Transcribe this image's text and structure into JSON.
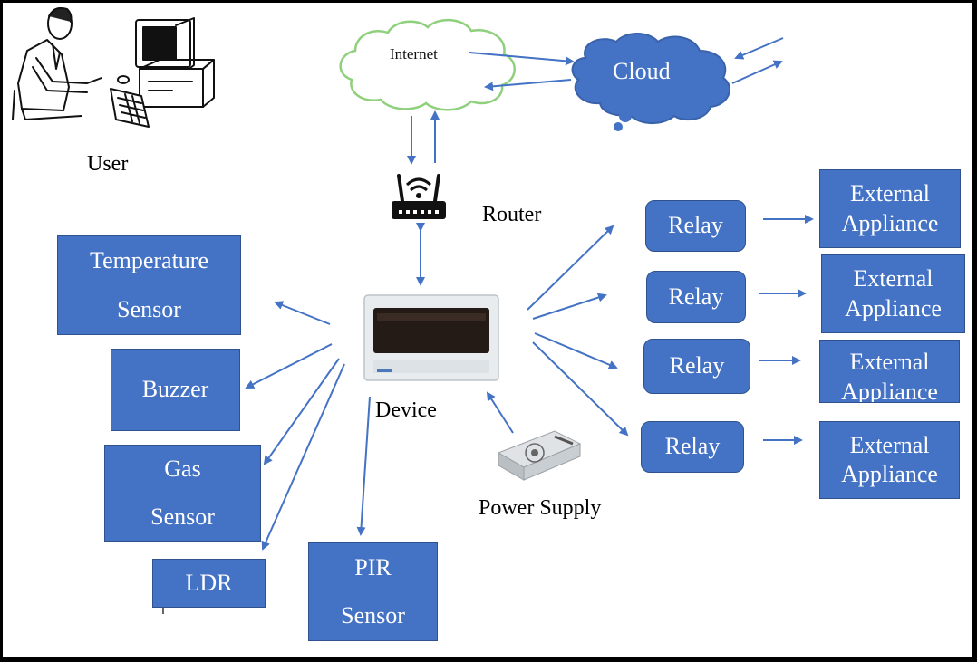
{
  "labels": {
    "user": "User",
    "internet": "Internet",
    "cloud": "Cloud",
    "router": "Router",
    "device": "Device",
    "power_supply": "Power Supply"
  },
  "sensors": {
    "temperature": [
      "Temperature",
      "Sensor"
    ],
    "buzzer": "Buzzer",
    "gas": [
      "Gas",
      "Sensor"
    ],
    "ldr": "LDR",
    "pir": [
      "PIR",
      "Sensor"
    ]
  },
  "relays": [
    "Relay",
    "Relay",
    "Relay",
    "Relay"
  ],
  "appliances": [
    [
      "External",
      "Appliance"
    ],
    [
      "External",
      "Appliance"
    ],
    [
      "External",
      "Appliance"
    ],
    [
      "External",
      "Appliance"
    ]
  ],
  "icons": [
    "user-computer-icon",
    "internet-cloud-icon",
    "cloud-icon",
    "router-icon",
    "device-enclosure-icon",
    "power-supply-icon"
  ],
  "colors": {
    "box": "#4472c4",
    "arrow": "#4472c4",
    "internet_cloud": "#8fd07c"
  }
}
